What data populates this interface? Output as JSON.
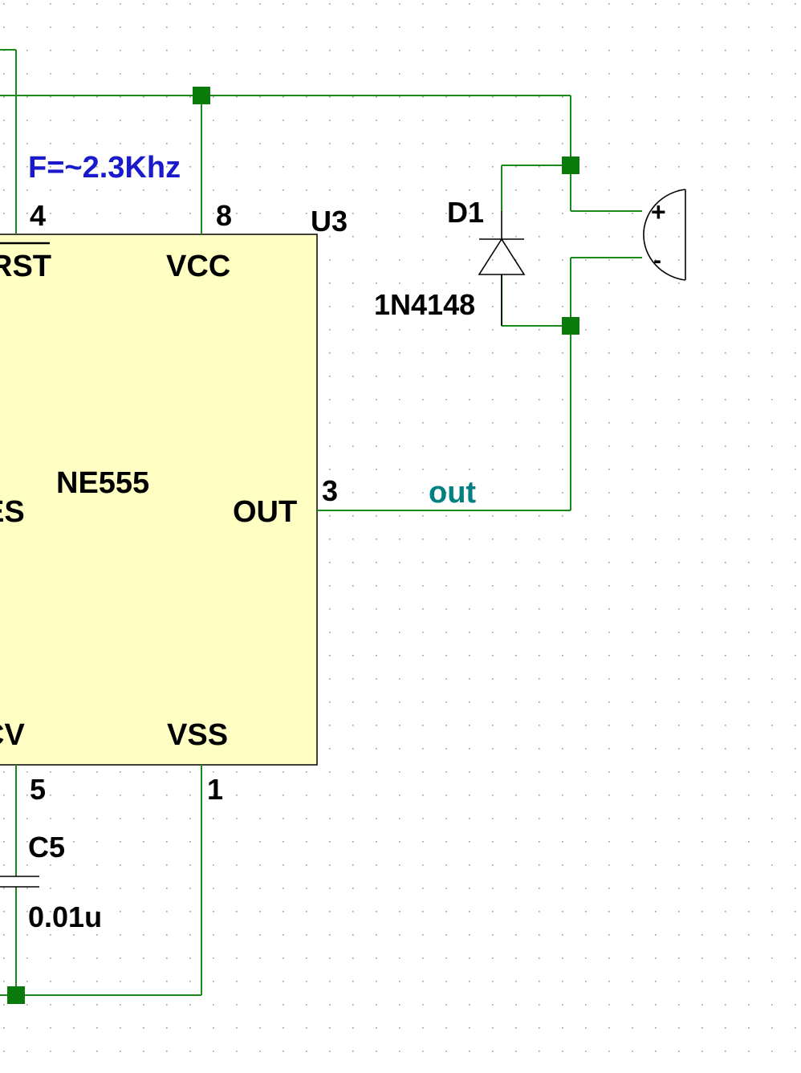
{
  "colors": {
    "wire": "#1a8a1a",
    "node": "#0a7a0a",
    "ic_fill": "#ffffc4",
    "freq_note": "#1a1acc",
    "net_label": "#008080",
    "grid_dot": "#9a9a9a"
  },
  "ic": {
    "refdes": "U3",
    "part": "NE555",
    "pin_rst_name": "RST",
    "pin_rst_num": "4",
    "pin_vcc_name": "VCC",
    "pin_vcc_num": "8",
    "pin_out_name": "OUT",
    "pin_out_num": "3",
    "pin_cv_name": "CV",
    "pin_cv_num": "5",
    "pin_vss_name": "VSS",
    "pin_vss_num": "1",
    "pin_partial_left": "ES"
  },
  "frequency_note": "F=~2.3Khz",
  "diode": {
    "refdes": "D1",
    "part": "1N4148"
  },
  "capacitor": {
    "refdes": "C5",
    "value": "0.01u"
  },
  "speaker": {
    "plus": "+",
    "minus": "-"
  },
  "net_out": "out"
}
